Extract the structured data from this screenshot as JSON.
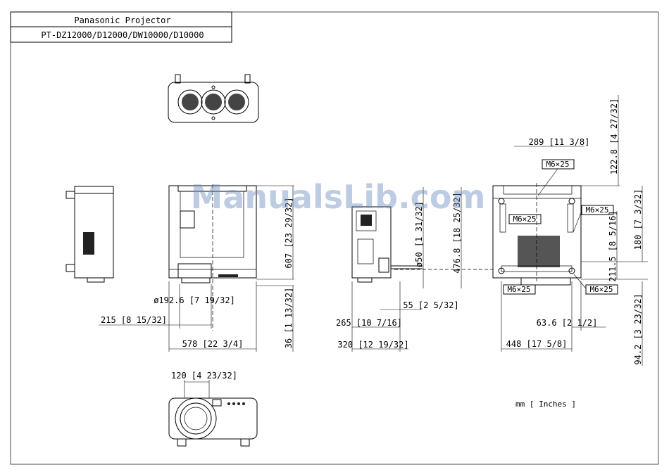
{
  "title_block": {
    "brand_line": "Panasonic Projector",
    "model_line": "PT-DZ12000/D12000/DW10000/D10000"
  },
  "watermark": "ManualsLib.com",
  "units_note": "mm [ Inches ]",
  "dimensions": {
    "front_width": "578 [22 3/4]",
    "front_height": "607 [23 29/32]",
    "front_foot": "36 [1 13/32]",
    "lens_diameter": "ø192.6 [7 19/32]",
    "lens_offset": "215 [8 15/32]",
    "lens_top_offset": "120 [4 23/32]",
    "side_depth_a": "265 [10 7/16]",
    "side_depth_b": "320 [12 19/32]",
    "side_protrusion": "55 [2 5/32]",
    "side_port_dia": "ø50 [1 31/32]",
    "side_height": "476.8 [18 25/32]",
    "rear_top_width": "289 [11 3/8]",
    "rear_top_height": "122.8 [4 27/32]",
    "rear_right_a": "180 [7 3/32]",
    "rear_right_b": "211.5 [8 5/16]",
    "rear_bottom": "94.2 [3 23/32]",
    "rear_width": "448 [17 5/8]",
    "rear_foot": "63.6 [2 1/2]",
    "screw_labels": [
      "M6×25",
      "M6×25",
      "M6×25",
      "M6×25",
      "M6×25"
    ]
  }
}
